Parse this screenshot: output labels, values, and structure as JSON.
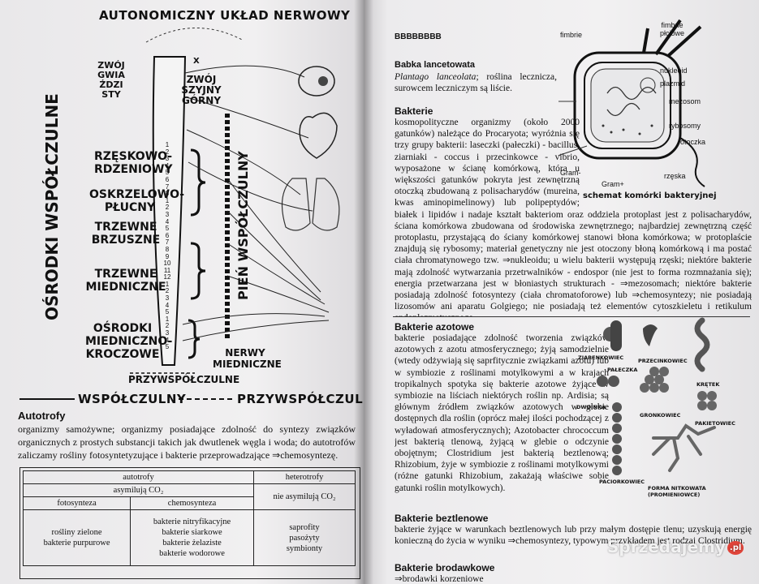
{
  "left_page": {
    "diagram_title": "AUTONOMICZNY UKŁAD NERWOWY",
    "labels": {
      "osrodki_wspolczulne": "OŚRODKI WSPÓŁCZULNE",
      "pien_wspolczulny": "PIEŃ WSPÓŁCZULNY",
      "zwoj_gwiazdzisty": "ZWÓJ GWIAŹDZISTY",
      "zwoj_szyjny_gorny": "ZWÓJ SZYJNY GÓRNY",
      "rzeskowo_rdzeniowy": "RZĘSKOWO-RDZENIOWY",
      "oskrzelowo_plucny": "OSKRZELOWO-PŁUCNY",
      "trzewne_brzuszne": "TRZEWNE BRZUSZNE",
      "trzewne_miedniczne": "TRZEWNE MIEDNICZNE",
      "osrodki_miedniczno_kroczowe": "OŚRODKI MIEDNICZNO-KROCZOWE",
      "nerwy_miedniczne": "NERWY MIEDNICZNE",
      "przywspolczulne": "PRZYWSPÓŁCZULNE",
      "legend_wspolczulny": "WSPÓŁCZULNY",
      "legend_przywspolczulny": "PRZYWSPÓŁCZULNY",
      "vertebra_x": "X"
    },
    "vertebra_numbers": [
      "1",
      "2",
      "3",
      "4",
      "5",
      "6",
      "7",
      "8",
      "1",
      "2",
      "3",
      "4",
      "5",
      "6",
      "7",
      "8",
      "9",
      "10",
      "11",
      "12",
      "1",
      "2",
      "3",
      "4",
      "5",
      "1",
      "2",
      "3",
      "4",
      "5"
    ],
    "autotrofy": {
      "heading": "Autotrofy",
      "text": "organizmy samożywne; organizmy posiadające zdolność do syntezy związków organicznych z prostych substancji takich jak dwutlenek węgla i woda; do autotrofów zaliczamy rośliny fotosyntetyzujące i bakterie przeprowadzające ⇒chemosyntezę."
    },
    "table": {
      "autotrofy": "autotrofy",
      "heterotrofy": "heterotrofy",
      "asymiluja": "asymilują CO₂",
      "nie_asymiluja": "nie asymilują CO₂",
      "fotosynteza": "fotosynteza",
      "chemosynteza": "chemosynteza",
      "foto_items": [
        "rośliny zielone",
        "bakterie purpurowe"
      ],
      "chemo_items": [
        "bakterie nitryfikacyjne",
        "bakterie siarkowe",
        "bakterie żelaziste",
        "bakterie wodorowe"
      ],
      "hetero_items": [
        "saprofity",
        "pasożyty",
        "symbionty"
      ]
    }
  },
  "right_page": {
    "running_head": "BBBBBBBB",
    "babka": {
      "heading": "Babka lancetowata",
      "latin": "Plantago lanceolata",
      "text": "; roślina lecznicza, surowcem leczniczym są liście."
    },
    "bakterie": {
      "heading": "Bakterie",
      "text": "kosmopolityczne organizmy (około 2000 gatunków) należące do Procaryota; wyróżnia się trzy grupy bakterii: laseczki (pałeczki) - bacillus, ziarniaki - coccus i przecinkowce - vibrio, wyposażone w ścianę komórkową, która u większości gatunków pokryta jest zewnętrzną otoczką zbudowaną z polisacharydów (mureina, kwas aminopimelinowy) lub polipeptydów; białek i lipidów i nadaje kształt bakteriom oraz oddziela protoplast jest z polisacharydów, ściana komórkowa zbudowana od środowiska zewnętrznego; najbardziej zewnętrzną część protoplastu, przystającą do ściany komórkowej stanowi błona komórkowa; w protoplaście znajdują się rybosomy; materiał genetyczny nie jest otoczony błoną komórkową i ma postać ciała chromatynowego tzw. ⇒nukleoidu; u wielu bakterii występują rzęski; niektóre bakterie mają zdolność wytwarzania przetrwalników - endospor (nie jest to forma rozmnażania się); energia przetwarzana jest w błoniastych strukturach - ⇒mezosomach; niektóre bakterie posiadają zdolność fotosyntezy (ciała chromatoforowe) lub ⇒chemosyntezy; nie posiadają lizosomów ani aparatu Golgiego; nie posiadają też elementów cytoszkieletu i retikulum endoplazmatycznego."
    },
    "cell_diagram": {
      "caption": "schemat komórki bakteryjnej",
      "labels": [
        "fimbrie",
        "fimbrie płciowe",
        "nukleoid",
        "plazmid",
        "mezosom",
        "rybosomy",
        "otoczka",
        "rzęska",
        "Gram-",
        "Gram+"
      ]
    },
    "azotowe": {
      "heading": "Bakterie azotowe",
      "text": "bakterie posiadające zdolność tworzenia związków azotowych z azotu atmosferycznego; żyją samodzielnie (wtedy odżywiają się saprfitycznie związkami azotu) lub w symbiozie z roślinami motylkowymi a w krajach tropikalnych spotyka się bakterie azotowe żyjące w symbiozie na liściach niektórych roślin np. Ardisia; są głównym źródłem związków azotowych w glebie dostępnych dla roślin (oprócz małej ilości pochodzącej z wyładowań atmosferycznych); Azotobacter chrococcum jest bakterią tlenową, żyjącą w glebie o odczynie obojętnym; Clostridium jest bakterią beztlenową; Rhizobium, żyje w symbiozie z roślinami motylkowymi (różne gatunki Rhizobium, zakażają właściwe sobie gatunki roślin motylkowych)."
    },
    "shapes": [
      "ZIARENKOWIEC",
      "PAŁECZKA",
      "PRZECINKOWIEC",
      "KRĘTEK",
      "DWOINKA",
      "GRONKOWIEC",
      "PAKIETOWIEC",
      "PACIORKOWIEC",
      "FORMA NITKOWATA (PROMIENIOWCE)"
    ],
    "beztlenowe": {
      "heading": "Bakterie beztlenowe",
      "text": "bakterie żyjące w warunkach beztlenowych lub przy małym dostępie tlenu; uzyskują energię konieczną do życia w wyniku ⇒chemosyntezy, typowym przykładem jest rodzaj Clostridium."
    },
    "brodawkowe": {
      "heading": "Bakterie brodawkowe",
      "text": "⇒brodawki korzeniowe"
    },
    "watermark": "Sprzedajemy",
    "watermark_tld": ".pl"
  }
}
